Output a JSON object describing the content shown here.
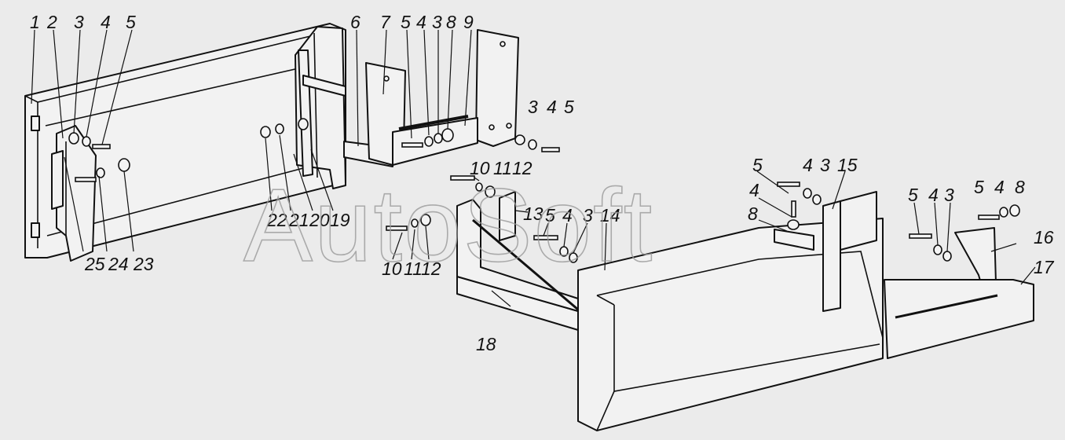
{
  "watermark": "AutoSoft",
  "callouts": [
    {
      "text": "1"
    },
    {
      "text": "2"
    },
    {
      "text": "3"
    },
    {
      "text": "4"
    },
    {
      "text": "5"
    },
    {
      "text": "6"
    },
    {
      "text": "7"
    },
    {
      "text": "5"
    },
    {
      "text": "4"
    },
    {
      "text": "3"
    },
    {
      "text": "8"
    },
    {
      "text": "9"
    },
    {
      "text": "3"
    },
    {
      "text": "4"
    },
    {
      "text": "5"
    },
    {
      "text": "10"
    },
    {
      "text": "11"
    },
    {
      "text": "12"
    },
    {
      "text": "13"
    },
    {
      "text": "5"
    },
    {
      "text": "4"
    },
    {
      "text": "3"
    },
    {
      "text": "15"
    },
    {
      "text": "4"
    },
    {
      "text": "8"
    },
    {
      "text": "5"
    },
    {
      "text": "4"
    },
    {
      "text": "8"
    },
    {
      "text": "16"
    },
    {
      "text": "5"
    },
    {
      "text": "4"
    },
    {
      "text": "3"
    },
    {
      "text": "17"
    },
    {
      "text": "5"
    },
    {
      "text": "4"
    },
    {
      "text": "3"
    },
    {
      "text": "14"
    },
    {
      "text": "10"
    },
    {
      "text": "11"
    },
    {
      "text": "12"
    },
    {
      "text": "18"
    },
    {
      "text": "22"
    },
    {
      "text": "21"
    },
    {
      "text": "20"
    },
    {
      "text": "19"
    },
    {
      "text": "25"
    },
    {
      "text": "24"
    },
    {
      "text": "23"
    }
  ]
}
